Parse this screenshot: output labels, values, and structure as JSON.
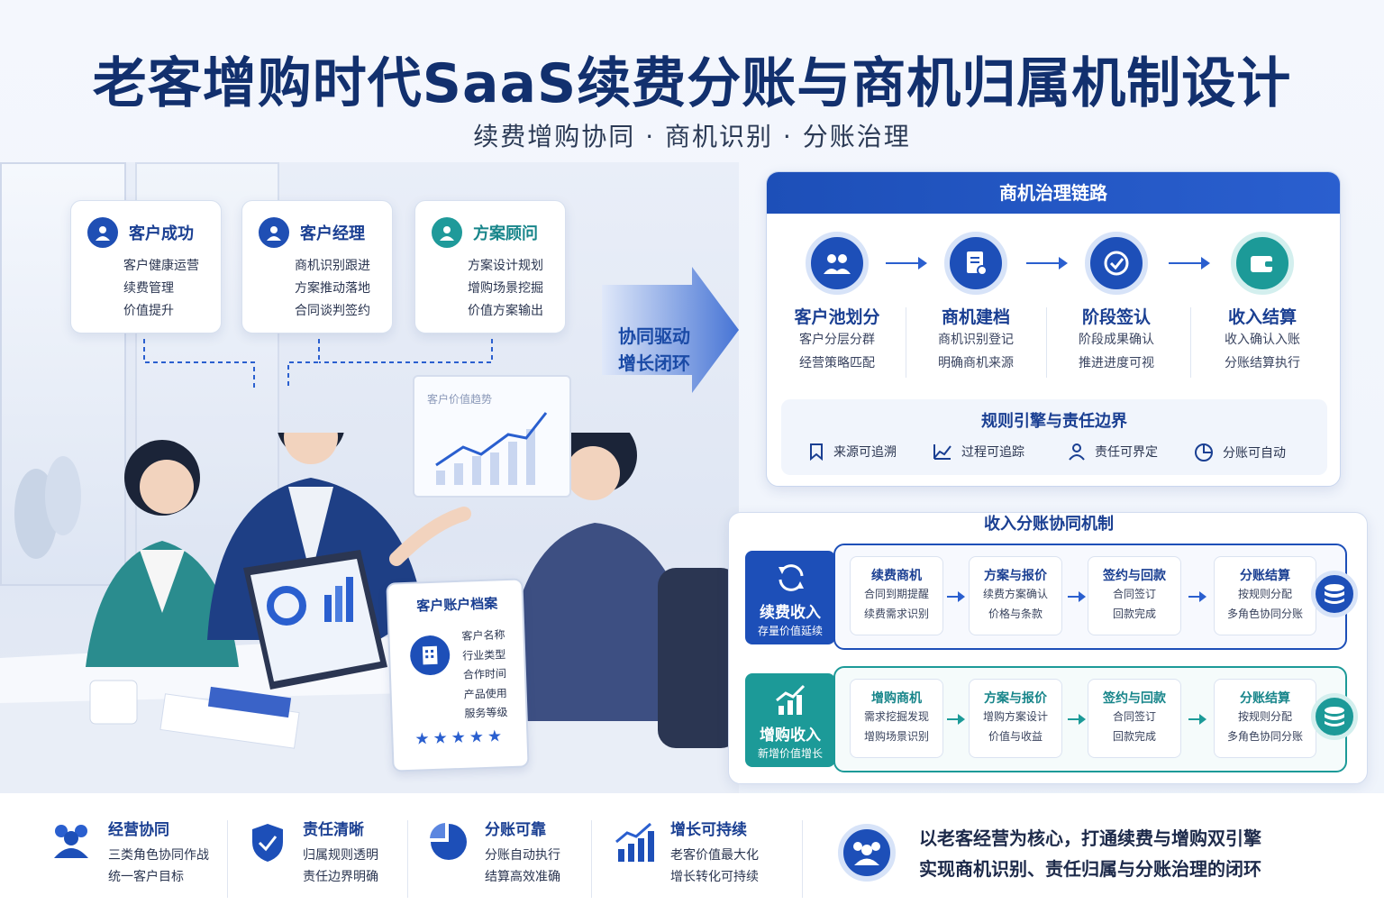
{
  "title": "老客增购时代SaaS续费分账与商机归属机制设计",
  "subtitle": "续费增购协同 · 商机识别 · 分账治理",
  "roles": [
    {
      "title": "客户成功",
      "icon": "user-icon",
      "lines": [
        "客户健康运营",
        "续费管理",
        "价值提升"
      ]
    },
    {
      "title": "客户经理",
      "icon": "user-icon",
      "lines": [
        "商机识别跟进",
        "方案推动落地",
        "合同谈判签约"
      ]
    },
    {
      "title": "方案顾问",
      "icon": "user-icon",
      "lines": [
        "方案设计规划",
        "增购场景挖掘",
        "价值方案输出"
      ]
    }
  ],
  "drive": {
    "line1": "协同驱动",
    "line2": "增长闭环"
  },
  "scene": {
    "chart_title": "客户价值趋势",
    "profile": {
      "title": "客户账户档案",
      "lines": [
        "客户名称",
        "行业类型",
        "合作时间",
        "产品使用",
        "服务等级"
      ],
      "rating": 5,
      "stars": "★★★★★"
    }
  },
  "governance": {
    "header": "商机治理链路",
    "stages": [
      {
        "title": "客户池划分",
        "icon": "users-icon",
        "lines": [
          "客户分层分群",
          "经营策略匹配"
        ]
      },
      {
        "title": "商机建档",
        "icon": "document-icon",
        "lines": [
          "商机识别登记",
          "明确商机来源"
        ]
      },
      {
        "title": "阶段签认",
        "icon": "check-icon",
        "lines": [
          "阶段成果确认",
          "推进进度可视"
        ]
      },
      {
        "title": "收入结算",
        "icon": "wallet-icon",
        "lines": [
          "收入确认入账",
          "分账结算执行"
        ]
      }
    ],
    "rules_title": "规则引擎与责任边界",
    "rules": [
      {
        "label": "来源可追溯",
        "icon": "bookmark-icon"
      },
      {
        "label": "过程可追踪",
        "icon": "trend-icon"
      },
      {
        "label": "责任可界定",
        "icon": "person-icon"
      },
      {
        "label": "分账可自动",
        "icon": "pie-icon"
      }
    ]
  },
  "revenue": {
    "title": "收入分账协同机制",
    "lanes": [
      {
        "tag": "续费收入",
        "sub": "存量价值延续",
        "icon": "refresh-icon",
        "color": "#1d4fb8",
        "steps": [
          {
            "title": "续费商机",
            "lines": [
              "合同到期提醒",
              "续费需求识别"
            ]
          },
          {
            "title": "方案与报价",
            "lines": [
              "续费方案确认",
              "价格与条款"
            ]
          },
          {
            "title": "签约与回款",
            "lines": [
              "合同签订",
              "回款完成"
            ]
          },
          {
            "title": "分账结算",
            "lines": [
              "按规则分配",
              "多角色协同分账"
            ]
          }
        ]
      },
      {
        "tag": "增购收入",
        "sub": "新增价值增长",
        "icon": "growth-icon",
        "color": "#1c9a98",
        "steps": [
          {
            "title": "增购商机",
            "lines": [
              "需求挖掘发现",
              "增购场景识别"
            ]
          },
          {
            "title": "方案与报价",
            "lines": [
              "增购方案设计",
              "价值与收益"
            ]
          },
          {
            "title": "签约与回款",
            "lines": [
              "合同签订",
              "回款完成"
            ]
          },
          {
            "title": "分账结算",
            "lines": [
              "按规则分配",
              "多角色协同分账"
            ]
          }
        ]
      }
    ]
  },
  "footer": {
    "items": [
      {
        "title": "经营协同",
        "icon": "team-icon",
        "lines": [
          "三类角色协同作战",
          "统一客户目标"
        ]
      },
      {
        "title": "责任清晰",
        "icon": "shield-icon",
        "lines": [
          "归属规则透明",
          "责任边界明确"
        ]
      },
      {
        "title": "分账可靠",
        "icon": "pie-icon",
        "lines": [
          "分账自动执行",
          "结算高效准确"
        ]
      },
      {
        "title": "增长可持续",
        "icon": "bar-growth-icon",
        "lines": [
          "老客价值最大化",
          "增长转化可持续"
        ]
      }
    ],
    "closing": {
      "line1": "以老客经营为核心，打通续费与增购双引擎",
      "line2": "实现商机识别、责任归属与分账治理的闭环"
    }
  },
  "colors": {
    "primary": "#1d4fb8",
    "teal": "#1c9a98",
    "title": "#12306e"
  }
}
